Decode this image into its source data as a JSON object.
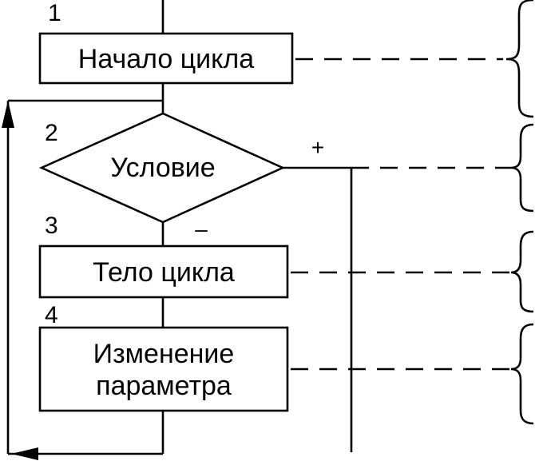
{
  "blocks": {
    "b1": {
      "number": "1",
      "label": "Начало цикла"
    },
    "b2": {
      "number": "2",
      "label": "Условие",
      "yes_sign": "+",
      "no_sign": "–"
    },
    "b3": {
      "number": "3",
      "label": "Тело цикла"
    },
    "b4": {
      "number": "4",
      "label_line1": "Изменение",
      "label_line2": "параметра"
    }
  }
}
